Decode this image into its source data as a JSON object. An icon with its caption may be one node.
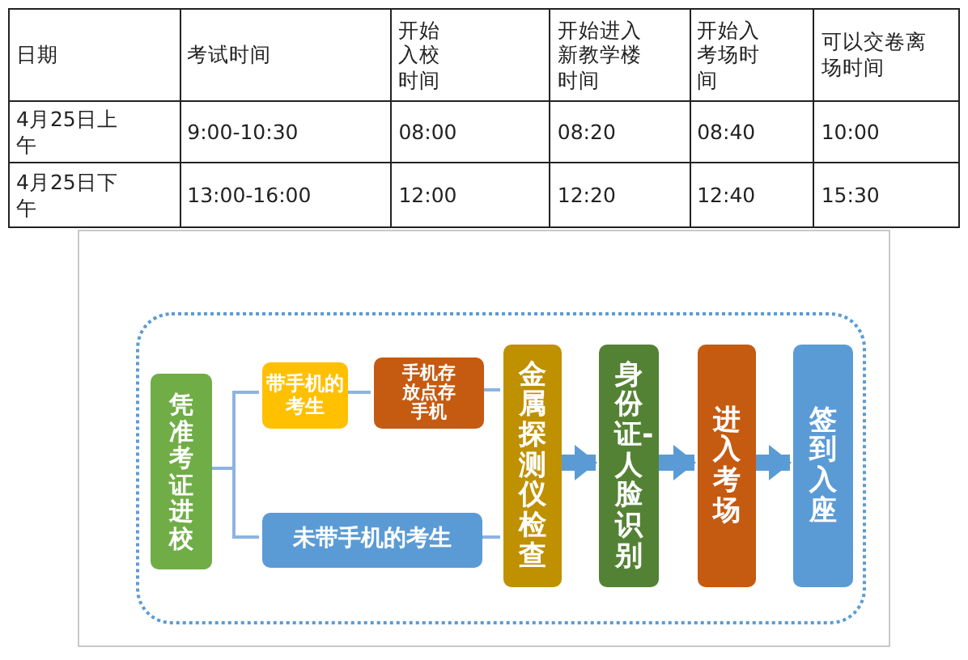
{
  "diagram": {
    "nodes": [
      {
        "text": [],
        "shape": "box"
      },
      {
        "text": [
          "凭准考证进校"
        ],
        "in": 0
      },
      {
        "text": [
          "带手机的考生"
        ],
        "in": 0
      },
      {
        "text": [
          "手机存放点存手机"
        ],
        "in": 0
      },
      {
        "text": [
          "未带手机的考生"
        ],
        "in": 0
      },
      {
        "text": [
          "金属探测仪检查"
        ],
        "in": 0
      },
      {
        "text": [
          "身份证-人脸识别"
        ],
        "in": 0
      },
      {
        "text": [
          "进入考场"
        ],
        "in": 0
      },
      {
        "text": [
          "签到入座"
        ],
        "in": 0
      }
    ],
    "edges": [
      {
        "from": 1,
        "to": 2,
        "arrow": "none"
      },
      {
        "from": 1,
        "to": 4,
        "arrow": "none"
      },
      {
        "from": 2,
        "to": 3,
        "arrow": "none"
      },
      {
        "from": 3,
        "to": 5,
        "arrow": "none"
      },
      {
        "from": 4,
        "to": 5,
        "arrow": "none"
      },
      {
        "from": 5,
        "to": 6,
        "arrow": "to",
        "style": "thick"
      },
      {
        "from": 6,
        "to": 7,
        "arrow": "to",
        "style": "thick"
      },
      {
        "from": 7,
        "to": 8,
        "arrow": "to",
        "style": "thick"
      }
    ],
    "labels": [
      "日期",
      "考试时间",
      "开始入校时间",
      "开始进入新教学楼时间",
      "开始入考场时间",
      "可以交卷离场时间",
      "4月25日上午",
      "9:00-10:30",
      "08:00",
      "08:20",
      "08:40",
      "10:00",
      "4月25日下午",
      "13:00-16:00",
      "12:00",
      "12:20",
      "12:40",
      "15:30"
    ]
  }
}
